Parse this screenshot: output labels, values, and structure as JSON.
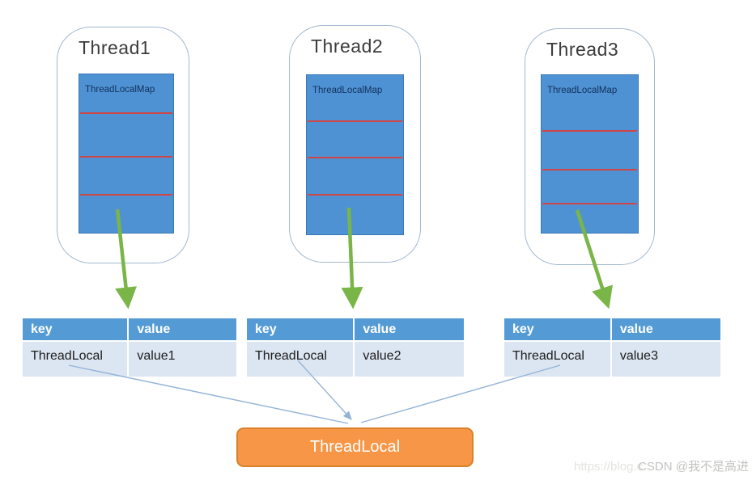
{
  "threads": [
    {
      "title": "Thread1",
      "map_label": "ThreadLocalMap"
    },
    {
      "title": "Thread2",
      "map_label": "ThreadLocalMap"
    },
    {
      "title": "Thread3",
      "map_label": "ThreadLocalMap"
    }
  ],
  "tables": [
    {
      "key_header": "key",
      "value_header": "value",
      "key": "ThreadLocal",
      "value": "value1"
    },
    {
      "key_header": "key",
      "value_header": "value",
      "key": "ThreadLocal",
      "value": "value2"
    },
    {
      "key_header": "key",
      "value_header": "value",
      "key": "ThreadLocal",
      "value": "value3"
    }
  ],
  "threadlocal_box": {
    "label": "ThreadLocal"
  },
  "watermark": {
    "faint_text": "https://blog.c",
    "main_text": "CSDN @我不是高进"
  },
  "colors": {
    "box-blue": "#4f92d3",
    "header-blue": "#549bd5",
    "row-blue": "#dce6f2",
    "red-line": "#d04545",
    "panel-border": "#a3b8cf",
    "green-arrow": "#7ab547",
    "blue-connector": "#94b3d6",
    "orange-fill": "#f79646",
    "orange-border": "#d9822b"
  }
}
